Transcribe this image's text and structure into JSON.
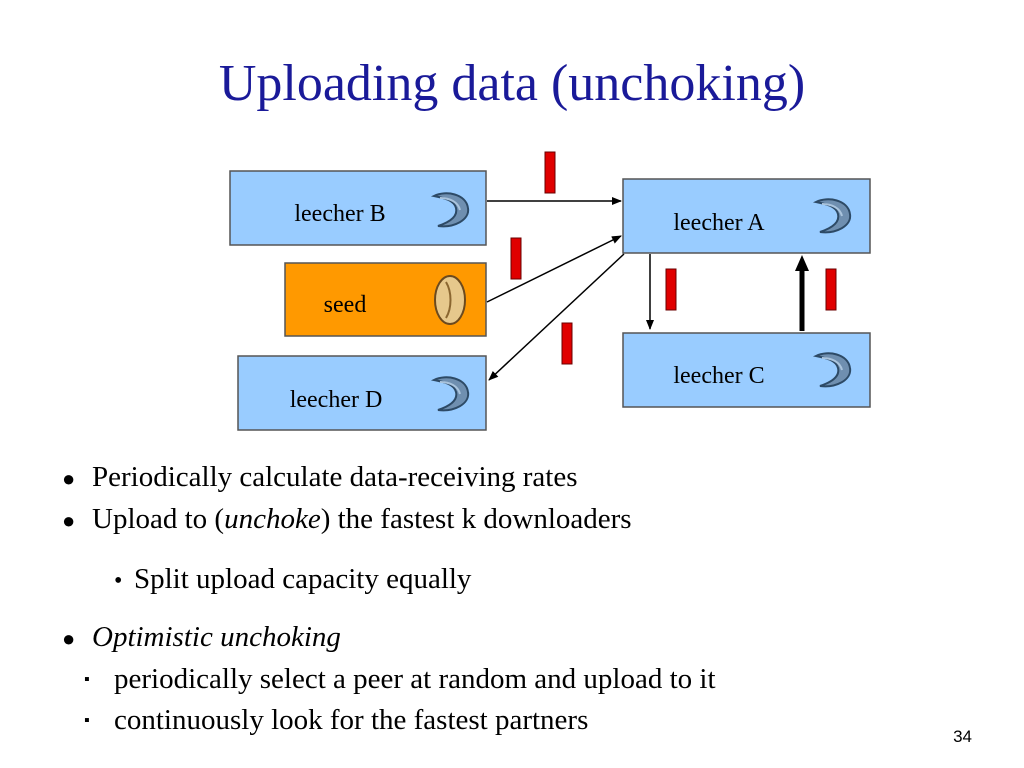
{
  "title": "Uploading data (unchoking)",
  "diagram": {
    "nodes": {
      "leecher_b": "leecher B",
      "seed": "seed",
      "leecher_d": "leecher D",
      "leecher_a": "leecher A",
      "leecher_c": "leecher C"
    },
    "colors": {
      "leecher_fill": "#99ccff",
      "seed_fill": "#ff9900",
      "chunk": "#e00000"
    }
  },
  "bullets": [
    {
      "mark": "●",
      "text": "Periodically calculate data-receiving rates"
    },
    {
      "mark": "●",
      "pre": "Upload to (",
      "italic": "unchoke",
      "post": ") the fastest k downloaders"
    },
    {
      "mark": "•",
      "text": "Split upload capacity equally"
    },
    {
      "mark": "●",
      "italic": "Optimistic unchoking"
    },
    {
      "mark": "▪",
      "text": "periodically select a peer at random and upload to it"
    },
    {
      "mark": "▪",
      "text": "continuously look for the fastest partners"
    }
  ],
  "page_number": "34"
}
